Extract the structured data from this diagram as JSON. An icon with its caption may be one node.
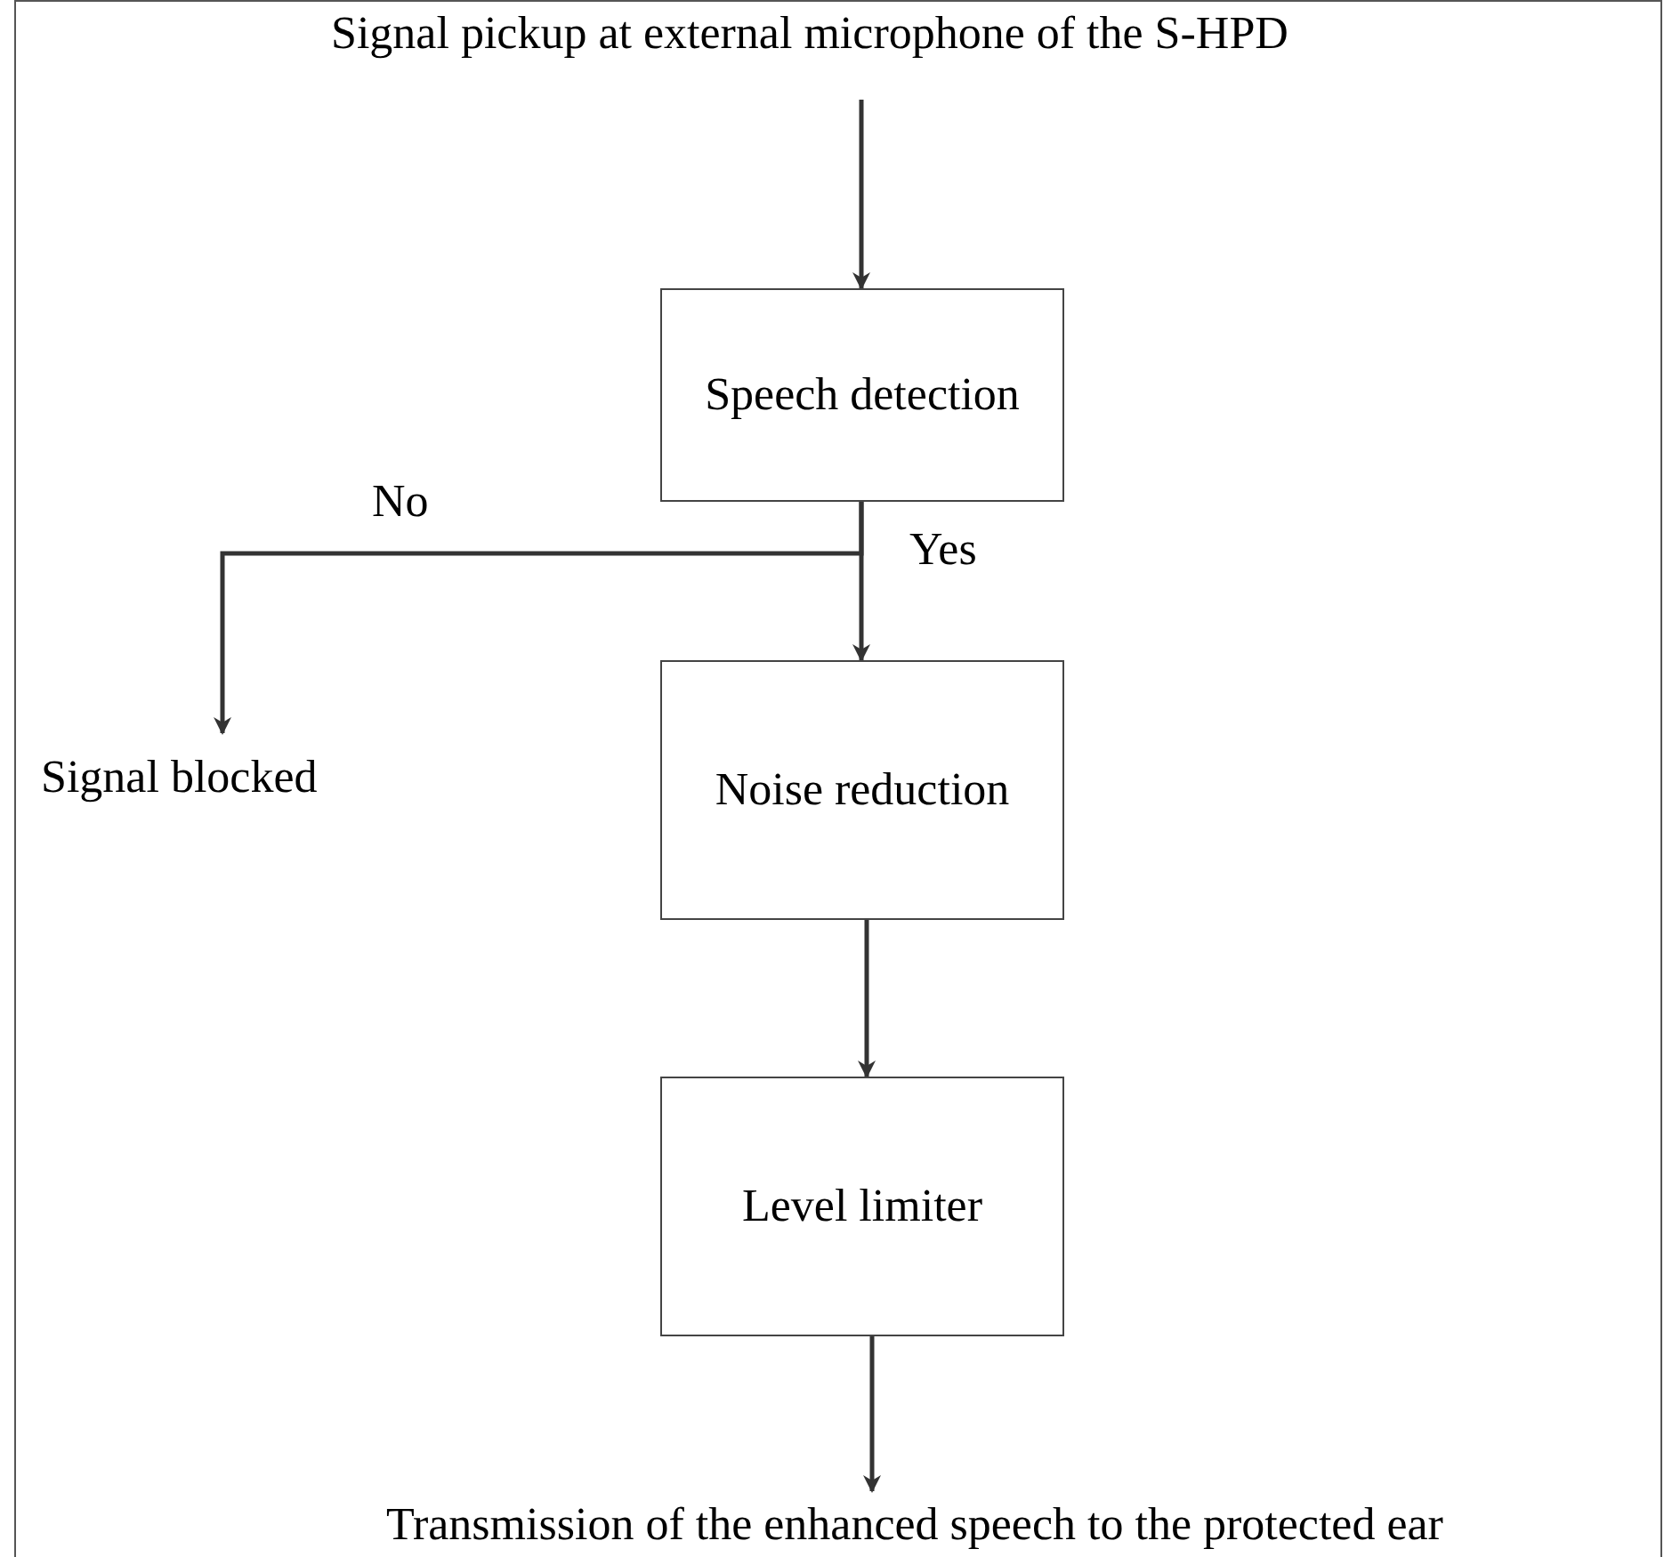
{
  "diagram": {
    "nodes": [
      {
        "text": [
          "Signal pickup at external microphone of the S-HPD"
        ]
      },
      {
        "text": [
          "Speech detection"
        ]
      },
      {
        "text": [
          "Noise reduction"
        ]
      },
      {
        "text": [
          "Level limiter"
        ]
      },
      {
        "text": [
          "Signal blocked"
        ]
      },
      {
        "text": [
          "Transmission of the enhanced speech to the protected ear"
        ]
      }
    ],
    "edges": [
      {
        "from": 0,
        "to": 1,
        "arrow": "to"
      },
      {
        "from": 1,
        "to": 2,
        "arrow": "to",
        "label": "Yes"
      },
      {
        "from": 1,
        "to": 4,
        "arrow": "to",
        "label": "No"
      },
      {
        "from": 2,
        "to": 3,
        "arrow": "to"
      },
      {
        "from": 3,
        "to": 5,
        "arrow": "to"
      }
    ]
  }
}
